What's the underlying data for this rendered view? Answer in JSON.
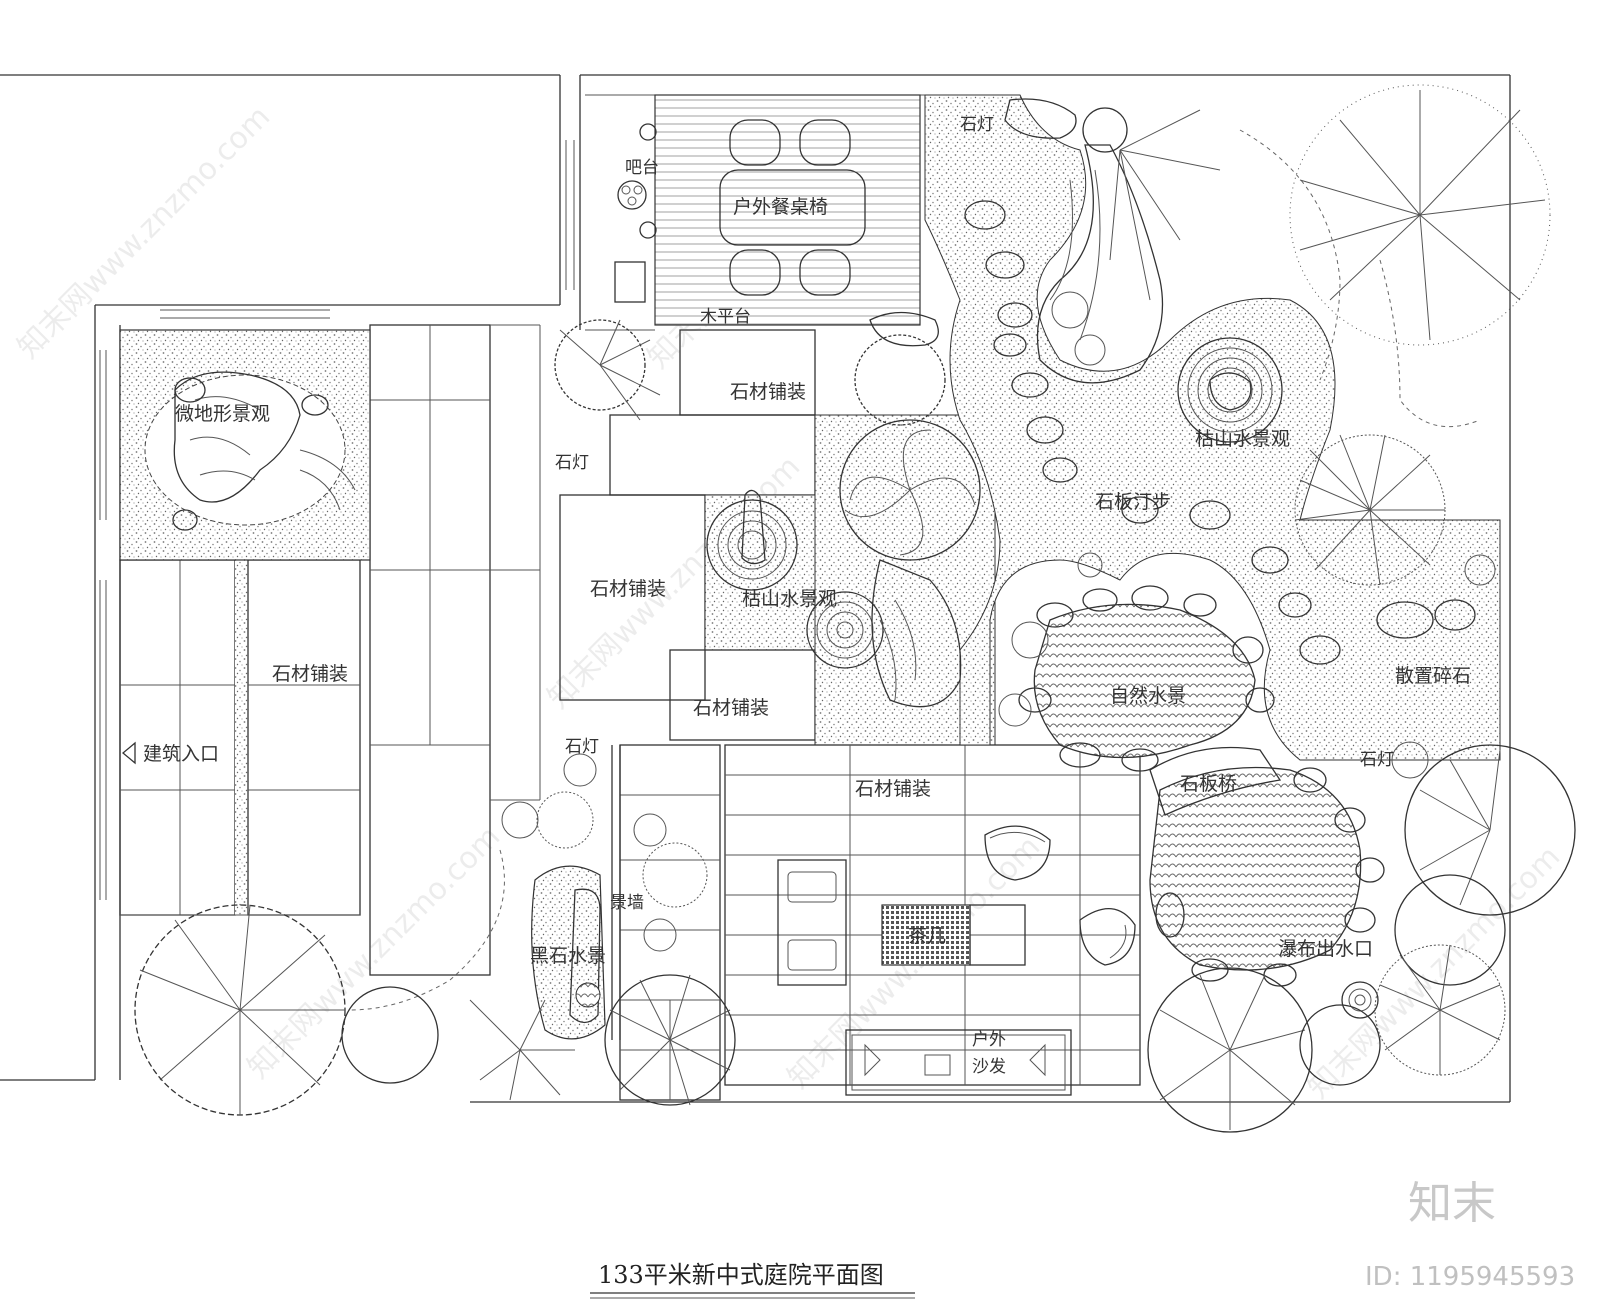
{
  "plan": {
    "title": "133平米新中式庭院平面图",
    "labels": {
      "bar": "吧台",
      "dining": "户外餐桌椅",
      "deck": "木平台",
      "stone_lamp_top": "石灯",
      "stone_lamp_left": "石灯",
      "stone_lamp_mid": "石灯",
      "stone_lamp_right": "石灯",
      "paving_1": "石材铺装",
      "paving_2": "石材铺装",
      "paving_3": "石材铺装",
      "paving_4": "石材铺装",
      "paving_5": "石材铺装",
      "micro_terrain": "微地形景观",
      "dry_landscape_1": "枯山水景观",
      "dry_landscape_2": "枯山水景观",
      "slab_steps": "石板汀步",
      "natural_water": "自然水景",
      "scattered_gravel": "散置碎石",
      "slab_bridge": "石板桥",
      "entrance": "建筑入口",
      "feature_wall": "景墙",
      "black_stone_water": "黑石水景",
      "tea_table": "茶几",
      "outdoor_sofa_1": "户外",
      "outdoor_sofa_2": "沙发",
      "waterfall_outlet": "瀑布出水口"
    }
  },
  "branding": {
    "logo_text": "知末",
    "image_id": "ID: 1195945593",
    "watermark": "知末网www.znzmo.com"
  },
  "colors": {
    "line": "#333333",
    "gravel": "#9a9a9a",
    "logo": "#c8c8c8"
  }
}
